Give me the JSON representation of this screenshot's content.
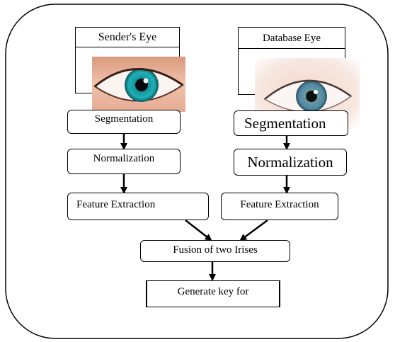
{
  "left_column": {
    "eye_label": "Sender's Eye",
    "segmentation": "Segmentation",
    "normalization": "Normalization",
    "feature": "Feature Extraction"
  },
  "right_column": {
    "eye_label": "Database Eye",
    "segmentation": "Segmentation",
    "normalization": "Normalization",
    "feature": "Feature Extraction"
  },
  "fusion": "Fusion of two Irises",
  "generate": "Generate key for",
  "colors": {
    "line": "#000000",
    "iris_left": "#1fb1b8",
    "iris_right": "#4f8aa3",
    "skin_left": "#e8b7a0",
    "skin_right": "#f1dcd2"
  },
  "icons": [
    "eye-photo-left",
    "eye-photo-right"
  ]
}
